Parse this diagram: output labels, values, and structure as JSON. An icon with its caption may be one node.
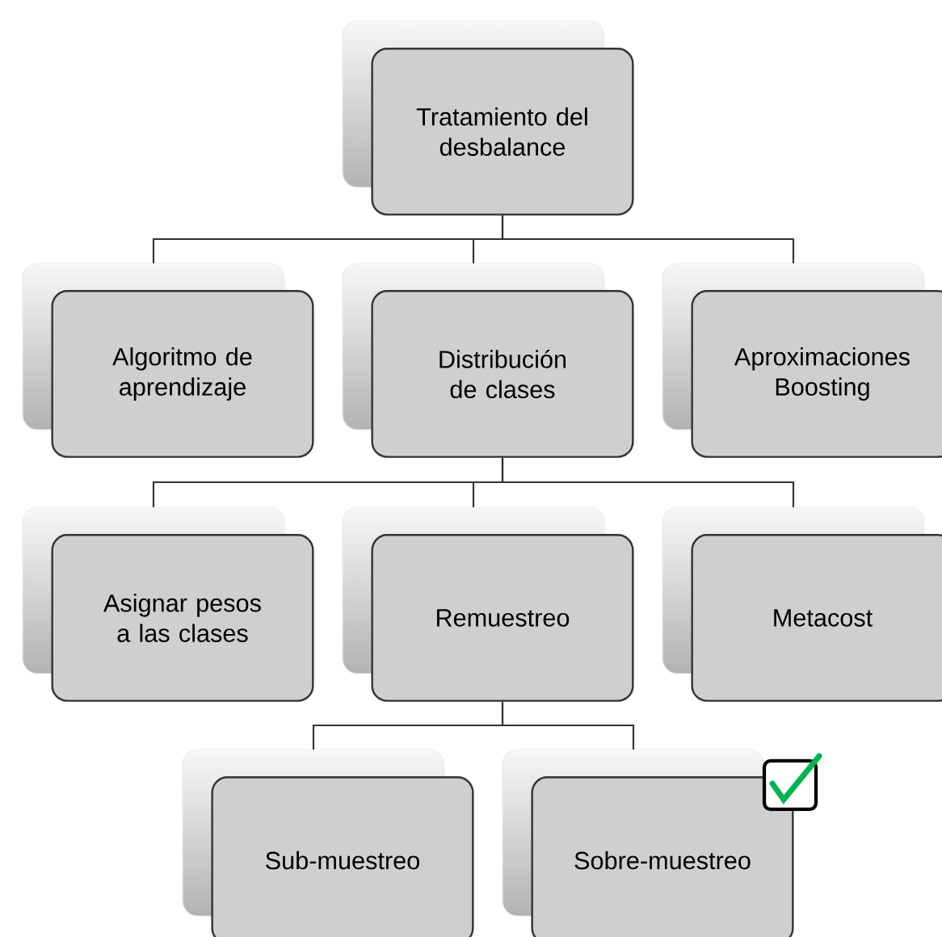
{
  "diagram": {
    "nodes": [
      {
        "text": [
          "Tratamiento del desbalance"
        ]
      },
      {
        "text": [
          "Algoritmo de aprendizaje"
        ]
      },
      {
        "text": [
          "Distribución de clases"
        ]
      },
      {
        "text": [
          "Aproximaciones Boosting"
        ]
      },
      {
        "text": [
          "Asignar pesos a las clases"
        ]
      },
      {
        "text": [
          "Remuestreo"
        ]
      },
      {
        "text": [
          "Metacost"
        ]
      },
      {
        "text": [
          "Sub-muestreo"
        ]
      },
      {
        "text": [
          "Sobre-muestreo"
        ]
      }
    ],
    "edges": [
      {
        "from": 0,
        "to": 1,
        "arrow": "none"
      },
      {
        "from": 0,
        "to": 2,
        "arrow": "none"
      },
      {
        "from": 0,
        "to": 3,
        "arrow": "none"
      },
      {
        "from": 2,
        "to": 4,
        "arrow": "none"
      },
      {
        "from": 2,
        "to": 5,
        "arrow": "none"
      },
      {
        "from": 2,
        "to": 6,
        "arrow": "none"
      },
      {
        "from": 5,
        "to": 7,
        "arrow": "none"
      },
      {
        "from": 5,
        "to": 8,
        "arrow": "none"
      }
    ]
  }
}
